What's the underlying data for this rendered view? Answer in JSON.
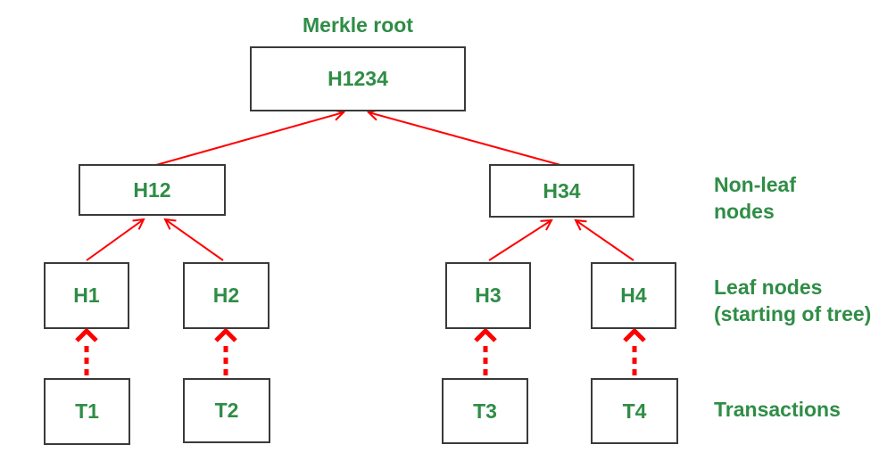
{
  "colors": {
    "green": "#2f8d46",
    "red": "#ff0000",
    "box_border": "#3a3a3a",
    "background": "#ffffff"
  },
  "labels": {
    "merkle_root": "Merkle root",
    "non_leaf_nodes": "Non-leaf\nnodes",
    "leaf_nodes": "Leaf nodes\n(starting of tree)",
    "transactions": "Transactions"
  },
  "nodes": {
    "root": "H1234",
    "h12": "H12",
    "h34": "H34",
    "h1": "H1",
    "h2": "H2",
    "h3": "H3",
    "h4": "H4",
    "t1": "T1",
    "t2": "T2",
    "t3": "T3",
    "t4": "T4"
  }
}
